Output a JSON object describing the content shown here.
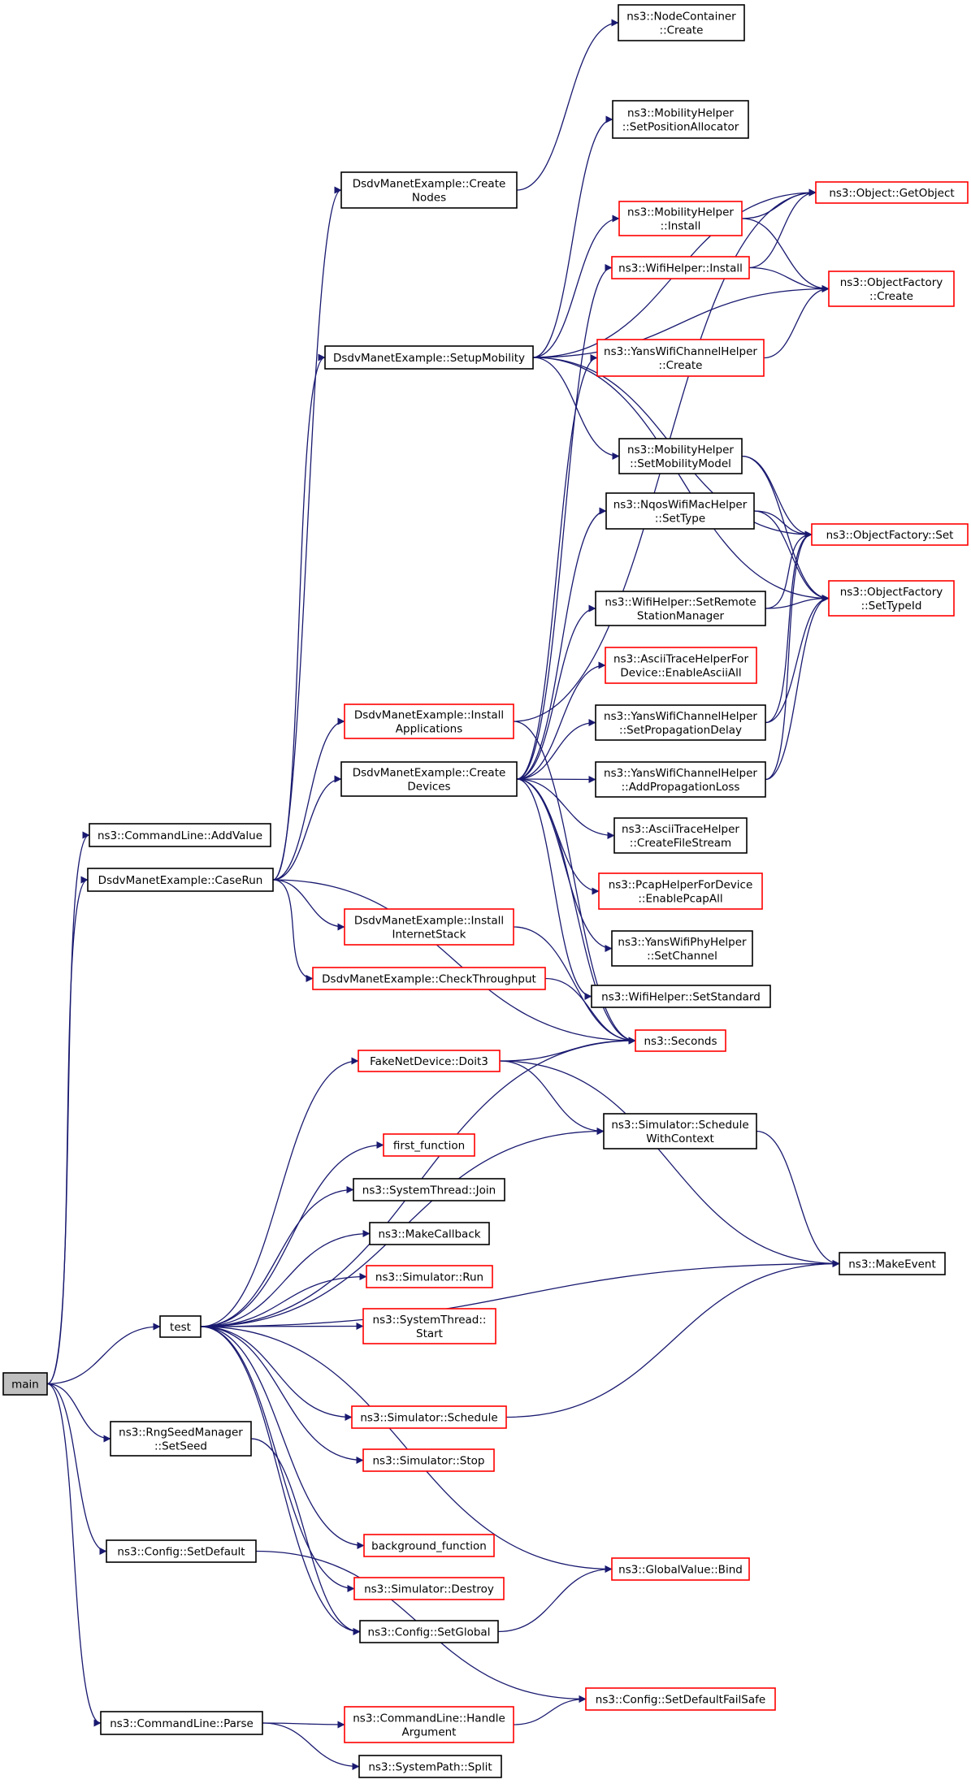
{
  "graph": {
    "edge_color": "#191970",
    "node_border_default": "#000000",
    "node_border_highlight": "#ff0000",
    "root_fill": "#bfbfbf",
    "nodes": [
      {
        "id": "main",
        "lines": [
          "main"
        ],
        "style": "current"
      },
      {
        "id": "cmd_addvalue",
        "lines": [
          "ns3::CommandLine::AddValue"
        ],
        "style": "black"
      },
      {
        "id": "caserun",
        "lines": [
          "DsdvManetExample::CaseRun"
        ],
        "style": "black"
      },
      {
        "id": "test",
        "lines": [
          "test"
        ],
        "style": "black"
      },
      {
        "id": "rngseed",
        "lines": [
          "ns3::RngSeedManager",
          "::SetSeed"
        ],
        "style": "black"
      },
      {
        "id": "cfg_setdefault",
        "lines": [
          "ns3::Config::SetDefault"
        ],
        "style": "black"
      },
      {
        "id": "cmd_parse",
        "lines": [
          "ns3::CommandLine::Parse"
        ],
        "style": "black"
      },
      {
        "id": "createnodes",
        "lines": [
          "DsdvManetExample::Create",
          "Nodes"
        ],
        "style": "black"
      },
      {
        "id": "setupmobility",
        "lines": [
          "DsdvManetExample::SetupMobility"
        ],
        "style": "black"
      },
      {
        "id": "installapps",
        "lines": [
          "DsdvManetExample::Install",
          "Applications"
        ],
        "style": "red"
      },
      {
        "id": "createdevices",
        "lines": [
          "DsdvManetExample::Create",
          "Devices"
        ],
        "style": "black"
      },
      {
        "id": "installinet",
        "lines": [
          "DsdvManetExample::Install",
          "InternetStack"
        ],
        "style": "red"
      },
      {
        "id": "checkthroughput",
        "lines": [
          "DsdvManetExample::CheckThroughput"
        ],
        "style": "red"
      },
      {
        "id": "nodecontainer",
        "lines": [
          "ns3::NodeContainer",
          "::Create"
        ],
        "style": "black"
      },
      {
        "id": "mob_setposalloc",
        "lines": [
          "ns3::MobilityHelper",
          "::SetPositionAllocator"
        ],
        "style": "black"
      },
      {
        "id": "mob_install",
        "lines": [
          "ns3::MobilityHelper",
          "::Install"
        ],
        "style": "red"
      },
      {
        "id": "wifi_install",
        "lines": [
          "ns3::WifiHelper::Install"
        ],
        "style": "red"
      },
      {
        "id": "yanschan_create",
        "lines": [
          "ns3::YansWifiChannelHelper",
          "::Create"
        ],
        "style": "red"
      },
      {
        "id": "mob_setmobmodel",
        "lines": [
          "ns3::MobilityHelper",
          "::SetMobilityModel"
        ],
        "style": "black"
      },
      {
        "id": "nqos_settype",
        "lines": [
          "ns3::NqosWifiMacHelper",
          "::SetType"
        ],
        "style": "black"
      },
      {
        "id": "wifi_setremote",
        "lines": [
          "ns3::WifiHelper::SetRemote",
          "StationManager"
        ],
        "style": "black"
      },
      {
        "id": "ascii_enableall",
        "lines": [
          "ns3::AsciiTraceHelperFor",
          "Device::EnableAsciiAll"
        ],
        "style": "red"
      },
      {
        "id": "yanschan_setprop",
        "lines": [
          "ns3::YansWifiChannelHelper",
          "::SetPropagationDelay"
        ],
        "style": "black"
      },
      {
        "id": "yanschan_addloss",
        "lines": [
          "ns3::YansWifiChannelHelper",
          "::AddPropagationLoss"
        ],
        "style": "black"
      },
      {
        "id": "ascii_createfs",
        "lines": [
          "ns3::AsciiTraceHelper",
          "::CreateFileStream"
        ],
        "style": "black"
      },
      {
        "id": "pcap_enable",
        "lines": [
          "ns3::PcapHelperForDevice",
          "::EnablePcapAll"
        ],
        "style": "red"
      },
      {
        "id": "yansphy_setchan",
        "lines": [
          "ns3::YansWifiPhyHelper",
          "::SetChannel"
        ],
        "style": "black"
      },
      {
        "id": "wifi_setstd",
        "lines": [
          "ns3::WifiHelper::SetStandard"
        ],
        "style": "black"
      },
      {
        "id": "seconds",
        "lines": [
          "ns3::Seconds"
        ],
        "style": "red"
      },
      {
        "id": "obj_getobject",
        "lines": [
          "ns3::Object::GetObject"
        ],
        "style": "red"
      },
      {
        "id": "objfac_create",
        "lines": [
          "ns3::ObjectFactory",
          "::Create"
        ],
        "style": "red"
      },
      {
        "id": "objfac_set",
        "lines": [
          "ns3::ObjectFactory::Set"
        ],
        "style": "red"
      },
      {
        "id": "objfac_settypeid",
        "lines": [
          "ns3::ObjectFactory",
          "::SetTypeId"
        ],
        "style": "red"
      },
      {
        "id": "fake_doit3",
        "lines": [
          "FakeNetDevice::Doit3"
        ],
        "style": "red"
      },
      {
        "id": "sim_schedctx",
        "lines": [
          "ns3::Simulator::Schedule",
          "WithContext"
        ],
        "style": "black"
      },
      {
        "id": "first_function",
        "lines": [
          "first_function"
        ],
        "style": "red"
      },
      {
        "id": "systhread_join",
        "lines": [
          "ns3::SystemThread::Join"
        ],
        "style": "black"
      },
      {
        "id": "makecallback",
        "lines": [
          "ns3::MakeCallback"
        ],
        "style": "black"
      },
      {
        "id": "sim_run",
        "lines": [
          "ns3::Simulator::Run"
        ],
        "style": "red"
      },
      {
        "id": "systhread_start",
        "lines": [
          "ns3::SystemThread::",
          "Start"
        ],
        "style": "red"
      },
      {
        "id": "makeevent",
        "lines": [
          "ns3::MakeEvent"
        ],
        "style": "black"
      },
      {
        "id": "sim_schedule",
        "lines": [
          "ns3::Simulator::Schedule"
        ],
        "style": "red"
      },
      {
        "id": "sim_stop",
        "lines": [
          "ns3::Simulator::Stop"
        ],
        "style": "red"
      },
      {
        "id": "background_function",
        "lines": [
          "background_function"
        ],
        "style": "red"
      },
      {
        "id": "sim_destroy",
        "lines": [
          "ns3::Simulator::Destroy"
        ],
        "style": "red"
      },
      {
        "id": "globalvalue_bind",
        "lines": [
          "ns3::GlobalValue::Bind"
        ],
        "style": "red"
      },
      {
        "id": "cfg_setglobal",
        "lines": [
          "ns3::Config::SetGlobal"
        ],
        "style": "black"
      },
      {
        "id": "cfg_setdefaultfs",
        "lines": [
          "ns3::Config::SetDefaultFailSafe"
        ],
        "style": "red"
      },
      {
        "id": "cmd_handlearg",
        "lines": [
          "ns3::CommandLine::Handle",
          "Argument"
        ],
        "style": "red"
      },
      {
        "id": "syspath_split",
        "lines": [
          "ns3::SystemPath::Split"
        ],
        "style": "black"
      }
    ],
    "edges": [
      [
        "main",
        "cmd_addvalue"
      ],
      [
        "main",
        "caserun"
      ],
      [
        "main",
        "test"
      ],
      [
        "main",
        "rngseed"
      ],
      [
        "main",
        "cfg_setdefault"
      ],
      [
        "main",
        "cmd_parse"
      ],
      [
        "caserun",
        "createnodes"
      ],
      [
        "caserun",
        "setupmobility"
      ],
      [
        "caserun",
        "installapps"
      ],
      [
        "caserun",
        "createdevices"
      ],
      [
        "caserun",
        "installinet"
      ],
      [
        "caserun",
        "checkthroughput"
      ],
      [
        "caserun",
        "seconds"
      ],
      [
        "createnodes",
        "nodecontainer"
      ],
      [
        "setupmobility",
        "mob_setposalloc"
      ],
      [
        "setupmobility",
        "obj_getobject"
      ],
      [
        "setupmobility",
        "mob_install"
      ],
      [
        "setupmobility",
        "objfac_create"
      ],
      [
        "setupmobility",
        "mob_setmobmodel"
      ],
      [
        "setupmobility",
        "objfac_set"
      ],
      [
        "setupmobility",
        "objfac_settypeid"
      ],
      [
        "mob_install",
        "obj_getobject"
      ],
      [
        "mob_install",
        "objfac_create"
      ],
      [
        "wifi_install",
        "obj_getobject"
      ],
      [
        "wifi_install",
        "objfac_create"
      ],
      [
        "yanschan_create",
        "objfac_create"
      ],
      [
        "mob_setmobmodel",
        "objfac_set"
      ],
      [
        "mob_setmobmodel",
        "objfac_settypeid"
      ],
      [
        "nqos_settype",
        "objfac_set"
      ],
      [
        "nqos_settype",
        "objfac_settypeid"
      ],
      [
        "wifi_setremote",
        "objfac_set"
      ],
      [
        "wifi_setremote",
        "objfac_settypeid"
      ],
      [
        "yanschan_setprop",
        "objfac_set"
      ],
      [
        "yanschan_setprop",
        "objfac_settypeid"
      ],
      [
        "yanschan_addloss",
        "objfac_set"
      ],
      [
        "yanschan_addloss",
        "objfac_settypeid"
      ],
      [
        "installapps",
        "obj_getobject"
      ],
      [
        "installapps",
        "seconds"
      ],
      [
        "createdevices",
        "wifi_install"
      ],
      [
        "createdevices",
        "yanschan_create"
      ],
      [
        "createdevices",
        "nqos_settype"
      ],
      [
        "createdevices",
        "wifi_setremote"
      ],
      [
        "createdevices",
        "ascii_enableall"
      ],
      [
        "createdevices",
        "yanschan_setprop"
      ],
      [
        "createdevices",
        "yanschan_addloss"
      ],
      [
        "createdevices",
        "ascii_createfs"
      ],
      [
        "createdevices",
        "pcap_enable"
      ],
      [
        "createdevices",
        "yansphy_setchan"
      ],
      [
        "createdevices",
        "wifi_setstd"
      ],
      [
        "createdevices",
        "seconds"
      ],
      [
        "installinet",
        "seconds"
      ],
      [
        "checkthroughput",
        "seconds"
      ],
      [
        "test",
        "seconds"
      ],
      [
        "test",
        "fake_doit3"
      ],
      [
        "test",
        "sim_schedctx"
      ],
      [
        "test",
        "first_function"
      ],
      [
        "test",
        "systhread_join"
      ],
      [
        "test",
        "makecallback"
      ],
      [
        "test",
        "sim_run"
      ],
      [
        "test",
        "systhread_start"
      ],
      [
        "test",
        "makeevent"
      ],
      [
        "test",
        "sim_schedule"
      ],
      [
        "test",
        "sim_stop"
      ],
      [
        "test",
        "background_function"
      ],
      [
        "test",
        "sim_destroy"
      ],
      [
        "test",
        "globalvalue_bind"
      ],
      [
        "test",
        "cfg_setglobal"
      ],
      [
        "fake_doit3",
        "seconds"
      ],
      [
        "fake_doit3",
        "sim_schedctx"
      ],
      [
        "fake_doit3",
        "makeevent"
      ],
      [
        "sim_schedctx",
        "makeevent"
      ],
      [
        "sim_schedule",
        "makeevent"
      ],
      [
        "rngseed",
        "cfg_setglobal"
      ],
      [
        "cfg_setglobal",
        "globalvalue_bind"
      ],
      [
        "cfg_setdefault",
        "cfg_setdefaultfs"
      ],
      [
        "cmd_parse",
        "cmd_handlearg"
      ],
      [
        "cmd_parse",
        "syspath_split"
      ],
      [
        "cmd_handlearg",
        "cfg_setdefaultfs"
      ]
    ]
  }
}
